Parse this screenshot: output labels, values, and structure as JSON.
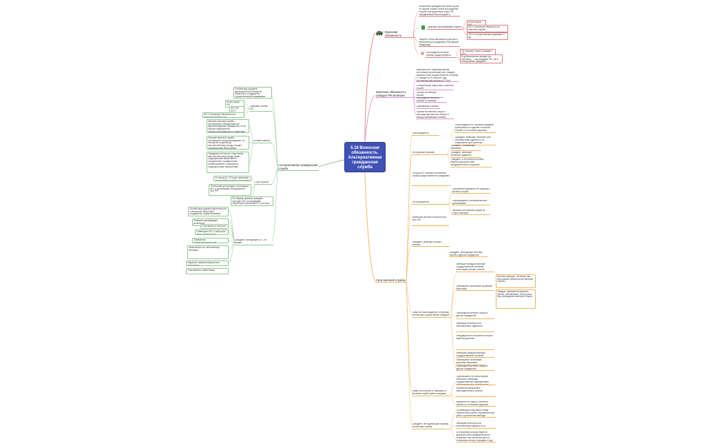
{
  "root": {
    "title": "5.18 Воинская обязанность. Альтернативная гражданская служба"
  },
  "branches": {
    "voinskaya": "Воинская обязанность",
    "voinskaya_grazhdan": "Воинская обязанность граждан РФ включает",
    "alternativnaya": "Альтернативная гражданская служба",
    "srok": "Срок военной службы"
  },
  "voinskaya_children": {
    "a": "исполнение гражданином своего долга по защите страны путем прохождения службы в вооруженных силах РФ, определённая Конституцией и федеральными законами",
    "b": "Правовое регулирование службы",
    "b1": "Конституция РФ",
    "b2": "ФЗ «О воинской обязанности и военной службе»",
    "b3": "ФЗ «О статусе военнослужащих» и др.",
    "c": "Защита Отечества является долгом и обязанностью гражданина Российской Федерации",
    "d": "Прохождение военной службы осуществляется",
    "d1": "По призыву (только граждане РФ)",
    "d2": "В добровольном порядке (по контракту — как граждане РФ, так и иностранные граждане)"
  },
  "vgr_children": {
    "a": "Воинский учёт (первоначальная постановка на воинский учёт граждан мужского пола осуществляется в период с 1 января по 31 марта в году достижения ими возраста 17 лет)",
    "b": "Обязательную подготовку к военной службе",
    "c": "Призыв на военную службу",
    "d": "Прохождение военной службы по призыву",
    "e": "Пребывание в запасе",
    "f": "Призыв на военные сборы и прохождение военных сборов в период пребывания в запасе"
  },
  "alt_children": {
    "a": "Особый вид трудовой деятельности в интересах общества и государства, осуществляемой гражданами взамен военной службы по призыву",
    "b": "Правовая основа АГС",
    "b1": "Конституция РФ",
    "b2": "ФЗ «Об АГС»",
    "b3": "ФЗ «О воинской обязанности и военной службе» и др.",
    "c": "Условия замены",
    "c1": "Несение военной службы противоречит убеждениям или вероисповеданию гражданина, он не прошёл медицинское освидетельствование по заявлению",
    "c2": "Несение военной службы противоречит вероисповеданию, он относится к коренному малочисленному народу и ведёт традиционный образ жизни",
    "c3": "Гражданин относится к коренному малочисленному народу, ведёт традиционный образ жизни, осуществляет традиционное хозяйствование и занимается традиционными промыслами",
    "d": "Срок службы",
    "d1": "21 месяц (в 1,75 раза превышает срок военной службы по призыву)",
    "d2": "18 месяцев для граждан, проходящих АГС в организациях Вооружённых Сил РФ",
    "d3": "По общему правилу граждане проходят АГС за пределами территорий субъектов РФ, в которых они постоянно проживают",
    "e": "Граждане, проходящие АГС, не вправе",
    "e1": "Участвовать в забастовках",
    "e2": "Занимать руководящие должности",
    "e3": "Участвовать в митингах",
    "e4": "Совмещать АГС с работой в иных организациях",
    "e5": "Заниматься предпринимательской деятельностью",
    "e6": "Увольняться по собственному желанию",
    "e7": "Нарушать правила внутреннего распорядка"
  },
  "srok_children": {
    "a": "Освобождаются",
    "a1": "Освобождаются от призыва граждане, признанные не годными к военной службе по состоянию здоровья",
    "a2": "Граждане, имеющие неснятую или непогашенную судимость за совершение преступления",
    "b": "Не подлежат призыву",
    "b1": "Граждане, отбывающие наказание",
    "b2": "Граждане, имеющие неснятую судимость",
    "b3": "Граждане, в отношении которых ведётся дознание либо предварительное следствие",
    "c": "Отсрочка от призыва на военную службу предоставляется гражданам",
    "c1": "Признанным временно не годными к военной службе",
    "c2": "Обучающимся в образовательных организациях",
    "c3": "Занятым постоянным уходом за отцом, матерью",
    "c4": "Имеющим ребёнка в возрасте до трёх лет",
    "d": "Не призываются",
    "d1": "Граждане, имеющие учёную степень",
    "d2": "Граждане, проходящие военную службу в другом государстве",
    "e": "Право на освобождение от призыва на военную службу имеют граждане",
    "e1": "Имеющие предусмотренную государственной системой аттестации учёную степень",
    "e2": "Являющиеся сыновьями (родными братьями)",
    "e3": "Военнослужащих, погибших при исполнении обязанностей военной службы",
    "e4": "Граждан, умерших вследствие увечья, заболевания, полученных при прохождении военных сборов",
    "e5": "Прошедшие военную службу в другом государстве",
    "e6": "Имеющие неснятую или непогашенную судимость",
    "e7": "Находящиеся в отношении которых ведётся дознание",
    "f": "Право на отсрочку от призыва на военную службу имеют граждане",
    "f1": "Обучающиеся по очной форме обучения в имеющих государственную аккредитацию образовательных организациях",
    "f2": "Избранные депутатами законодательных органов",
    "f3": "Временно не годные к военной службе по состоянию здоровья",
    "g": "Граждане, не подлежащие призыву на военную службу",
    "g1": "Отбывающие наказание в виде обязательных работ, исправительных работ, ограничения свободы",
    "g2": "Имеющие неснятую или непогашенную судимость за совершение преступления",
    "g3": "В отношении которых ведётся дознание либо предварительное следствие или уголовное дело в отношении которых передано в суд"
  }
}
